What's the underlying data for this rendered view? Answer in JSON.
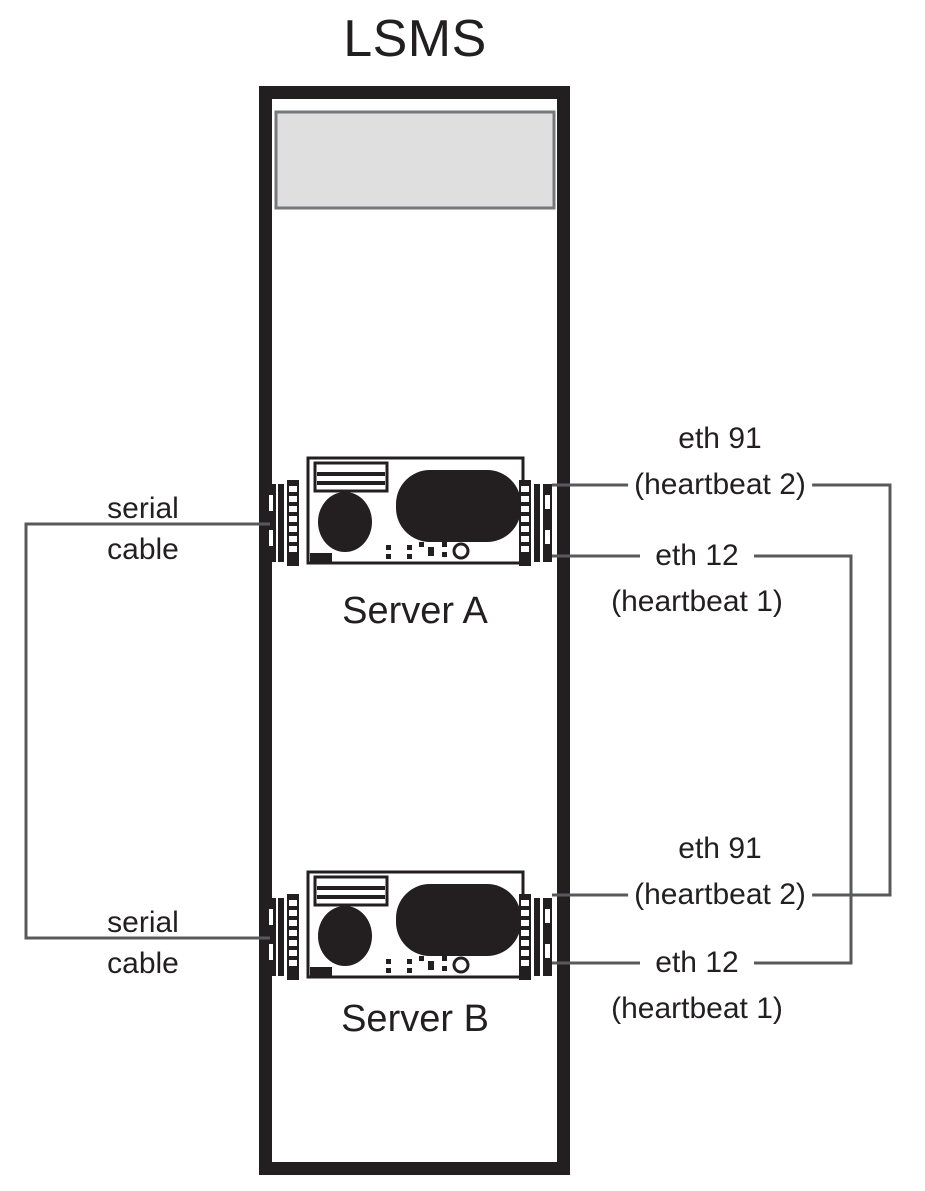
{
  "diagram": {
    "title": "LSMS",
    "colors": {
      "frame": "#231f20",
      "panel_fill": "#e0dfe0",
      "panel_border": "#77787b",
      "line": "#58595b",
      "ink": "#231f20",
      "background": "#ffffff"
    }
  },
  "cabinet": {
    "label": "LSMS",
    "panel_name": "top-gray-panel"
  },
  "servers": [
    {
      "id": "server-a",
      "label": "Server A",
      "ports": [
        {
          "id": "eth91-a",
          "name": "eth 91",
          "role": "(heartbeat 2)"
        },
        {
          "id": "eth12-a",
          "name": "eth 12",
          "role": "(heartbeat 1)"
        }
      ],
      "serial": {
        "line1": "serial",
        "line2": "cable"
      }
    },
    {
      "id": "server-b",
      "label": "Server B",
      "ports": [
        {
          "id": "eth91-b",
          "name": "eth 91",
          "role": "(heartbeat 2)"
        },
        {
          "id": "eth12-b",
          "name": "eth 12",
          "role": "(heartbeat 1)"
        }
      ],
      "serial": {
        "line1": "serial",
        "line2": "cable"
      }
    }
  ],
  "connections": [
    {
      "id": "heartbeat-2-link",
      "from": "eth91-a",
      "to": "eth91-b",
      "label": "eth 91 (heartbeat 2)"
    },
    {
      "id": "heartbeat-1-link",
      "from": "eth12-a",
      "to": "eth12-b",
      "label": "eth 12 (heartbeat 1)"
    },
    {
      "id": "serial-link",
      "from": "server-a serial",
      "to": "server-b serial",
      "label": "serial cable"
    }
  ]
}
